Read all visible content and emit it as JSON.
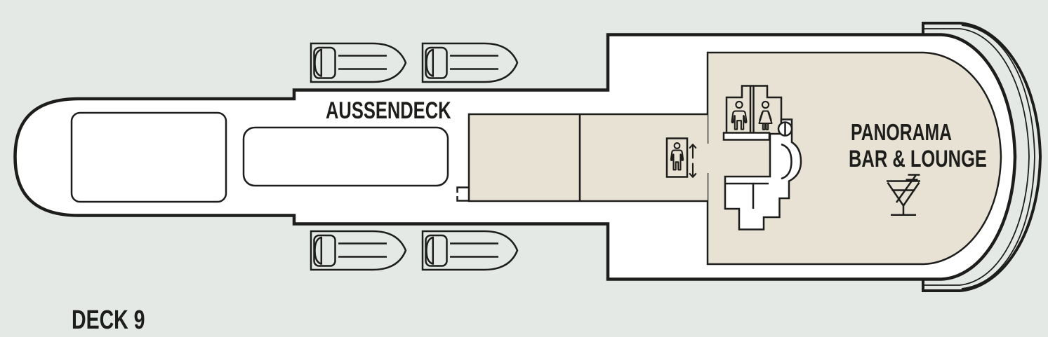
{
  "deck_plan": {
    "labels": {
      "outdoor_deck": "AUSSENDECK",
      "panorama_line1": "PANORAMA",
      "panorama_line2": "BAR & LOUNGE",
      "deck": "DECK 9"
    },
    "icons": [
      "lifeboat-icon",
      "elevator-icon",
      "elevator-up-arrow-icon",
      "elevator-down-arrow-icon",
      "wc-men-icon",
      "wc-women-icon",
      "cocktail-icon"
    ],
    "colors": {
      "background": "#e5e9e6",
      "hull_fill": "#ffffff",
      "interior_fill": "#e8e2d4",
      "sun_deck_fill": "#e6e8e4",
      "outline": "#1d1d1b"
    }
  }
}
